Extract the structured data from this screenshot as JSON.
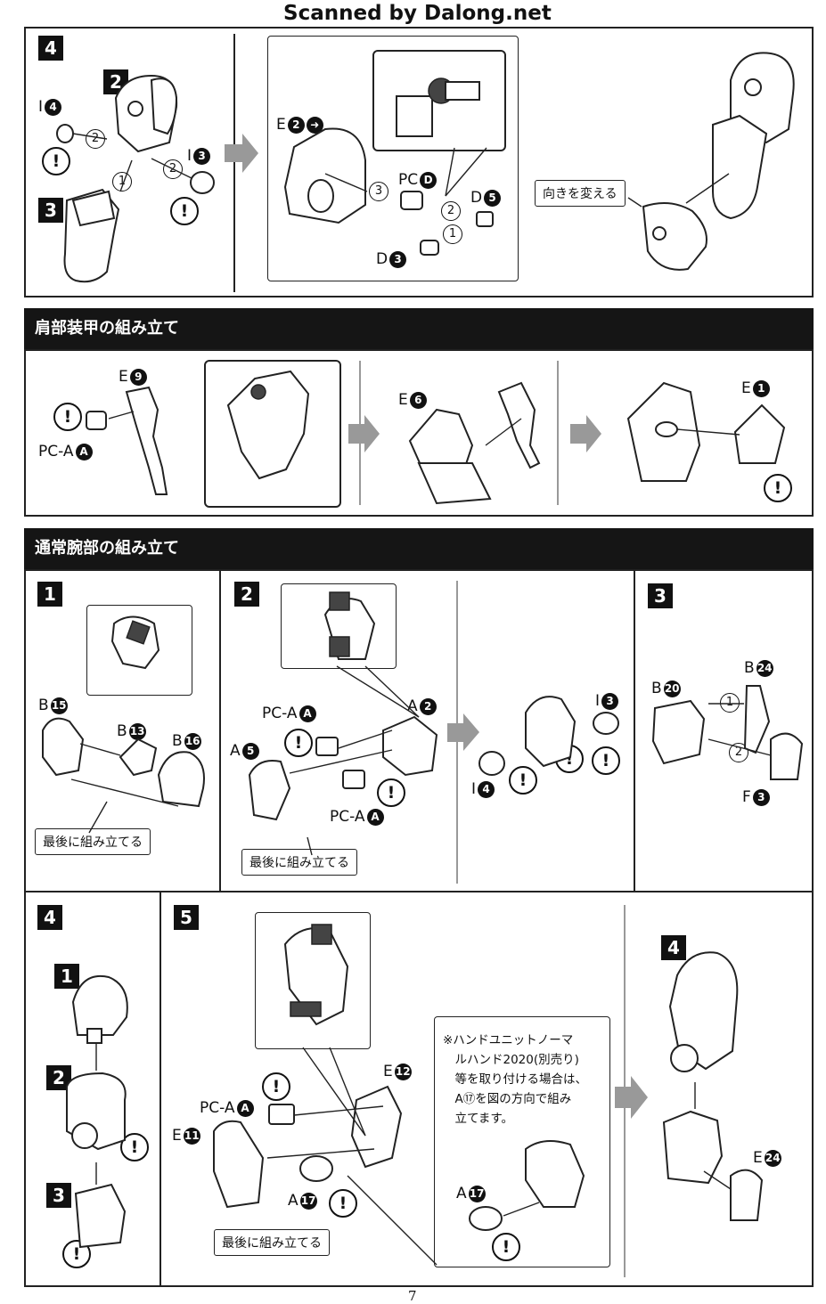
{
  "watermark": "Scanned by Dalong.net",
  "page_number": "7",
  "top_section": {
    "step": "4",
    "sub_steps": [
      "2",
      "3"
    ],
    "labels": {
      "i4": {
        "prefix": "I",
        "num": "4"
      },
      "i3": {
        "prefix": "I",
        "num": "3"
      },
      "e2": {
        "prefix": "E",
        "num": "2"
      },
      "pcd": {
        "prefix": "PC",
        "num": "D"
      },
      "d5": {
        "prefix": "D",
        "num": "5"
      },
      "d3": {
        "prefix": "D",
        "num": "3"
      }
    },
    "order": [
      "1",
      "2",
      "2",
      "3",
      "2",
      "1"
    ],
    "note": "向きを変える",
    "warning": "!"
  },
  "shoulder_section": {
    "title": "肩部装甲の組み立て",
    "labels": {
      "e9": {
        "prefix": "E",
        "num": "9"
      },
      "pca": {
        "prefix": "PC-A",
        "num": "A"
      },
      "e6": {
        "prefix": "E",
        "num": "6"
      },
      "e1": {
        "prefix": "E",
        "num": "1"
      }
    }
  },
  "arm_section": {
    "title": "通常腕部の組み立て",
    "steps": [
      "1",
      "2",
      "3",
      "4",
      "5"
    ],
    "step1": {
      "labels": {
        "b15": {
          "prefix": "B",
          "num": "15"
        },
        "b13": {
          "prefix": "B",
          "num": "13"
        },
        "b16": {
          "prefix": "B",
          "num": "16"
        }
      },
      "note": "最後に組み立てる"
    },
    "step2": {
      "labels": {
        "pca1": {
          "prefix": "PC-A",
          "num": "A"
        },
        "a2": {
          "prefix": "A",
          "num": "2"
        },
        "a5": {
          "prefix": "A",
          "num": "5"
        },
        "pca2": {
          "prefix": "PC-A",
          "num": "A"
        },
        "i3": {
          "prefix": "I",
          "num": "3"
        },
        "i4": {
          "prefix": "I",
          "num": "4"
        }
      },
      "note": "最後に組み立てる"
    },
    "step3": {
      "labels": {
        "b24": {
          "prefix": "B",
          "num": "24"
        },
        "b20": {
          "prefix": "B",
          "num": "20"
        },
        "f3": {
          "prefix": "F",
          "num": "3"
        }
      },
      "order": [
        "1",
        "2"
      ]
    },
    "step4": {
      "sub_steps": [
        "1",
        "2",
        "3"
      ]
    },
    "step5": {
      "labels": {
        "e12": {
          "prefix": "E",
          "num": "12"
        },
        "pca": {
          "prefix": "PC-A",
          "num": "A"
        },
        "e11": {
          "prefix": "E",
          "num": "11"
        },
        "a17": {
          "prefix": "A",
          "num": "17"
        },
        "a17b": {
          "prefix": "A",
          "num": "17"
        },
        "e24": {
          "prefix": "E",
          "num": "24"
        }
      },
      "sub_step": "4",
      "note": "最後に組み立てる",
      "remark": "※ハンドユニットノーマ\n　ルハンド2020(別売り)\n　等を取り付ける場合は、\n　A⑰を図の方向で組み\n　立てます。"
    }
  }
}
